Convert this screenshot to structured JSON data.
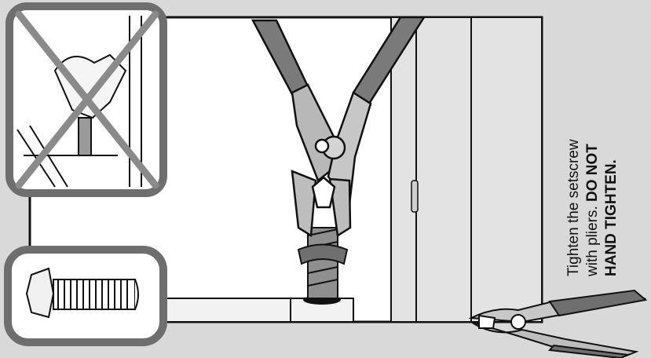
{
  "instruction": {
    "line1": "Tighten the setscrew",
    "line2_prefix": "with pliers. ",
    "line2_bold": "DO NOT",
    "line3_bold": "HAND TIGHTEN."
  },
  "icons": {
    "wrong_method": "hand-tighten-prohibited-icon",
    "part": "setscrew-icon",
    "tool": "pliers-icon"
  },
  "colors": {
    "background": "#d9d9d9",
    "panel_border": "#6e6e6e",
    "cross": "#8a8a8a",
    "line": "#111111"
  }
}
